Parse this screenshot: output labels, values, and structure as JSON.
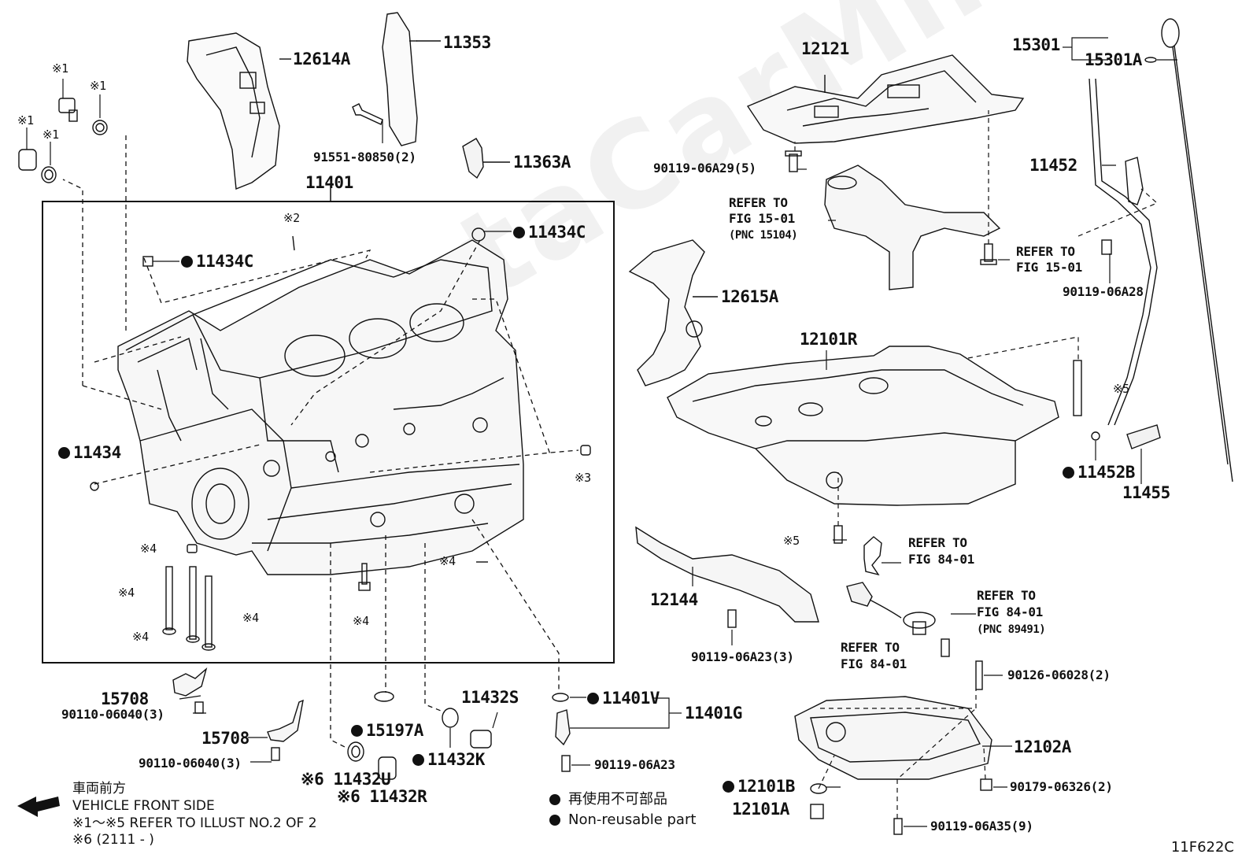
{
  "watermark": "ToyotaCarMine.ru",
  "diagram_id": "11F622C",
  "callouts": {
    "p12614A": "12614A",
    "p11353": "11353",
    "p91551": "91551-80850(2)",
    "p11363A": "11363A",
    "p11401": "11401",
    "p11434C_left": "11434C",
    "p11434C_right": "11434C",
    "p11434": "11434",
    "mark3": "※3",
    "mark2": "※2",
    "mark1a": "※1",
    "mark1b": "※1",
    "mark1c": "※1",
    "mark1d": "※1",
    "mark4a": "※4",
    "mark4b": "※4",
    "mark4c": "※4",
    "mark4d": "※4",
    "mark4e": "※4",
    "mark4f": "※4",
    "p15708a": "15708",
    "p90110a": "90110-06040(3)",
    "p15708b": "15708",
    "p90110b": "90110-06040(3)",
    "p15197A": "15197A",
    "p11432U": "※6 11432U",
    "p11432R": "※6 11432R",
    "p11432K": "11432K",
    "p11432S": "11432S",
    "p11401V": "11401V",
    "p11401G": "11401G",
    "p90119_A23": "90119-06A23",
    "p12121": "12121",
    "p90119_A29": "90119-06A29(5)",
    "refer15_1": "REFER TO",
    "refer15_2": "FIG 15-01",
    "refer15_3": "(PNC 15104)",
    "refer15b_1": "REFER TO",
    "refer15b_2": "FIG 15-01",
    "p12615A": "12615A",
    "p12101R": "12101R",
    "p15301": "15301",
    "p15301A": "15301A",
    "p11452": "11452",
    "p90119_A28": "90119-06A28",
    "mark5a": "※5",
    "mark5b": "※5",
    "p11452B": "11452B",
    "p11455": "11455",
    "p12144": "12144",
    "p90119_A23b": "90119-06A23(3)",
    "refer84a_1": "REFER TO",
    "refer84a_2": "FIG 84-01",
    "refer84b_1": "REFER TO",
    "refer84b_2": "FIG 84-01",
    "refer84b_3": "(PNC 89491)",
    "refer84c_1": "REFER TO",
    "refer84c_2": "FIG 84-01",
    "p90126": "90126-06028(2)",
    "p12102A": "12102A",
    "p12101B": "12101B",
    "p90179": "90179-06326(2)",
    "p12101A": "12101A",
    "p90119_A35": "90119-06A35(9)"
  },
  "notes": {
    "line1": "車両前方",
    "line2": "VEHICLE FRONT SIDE",
    "line3": "※1～※5 REFER TO ILLUST NO.2 OF 2",
    "line4": "※6 (2111 -      )"
  },
  "legend": {
    "jp": "再使用不可部品",
    "en": "Non-reusable part"
  },
  "colors": {
    "ink": "#111111",
    "watermark": "#e6e6e6"
  }
}
